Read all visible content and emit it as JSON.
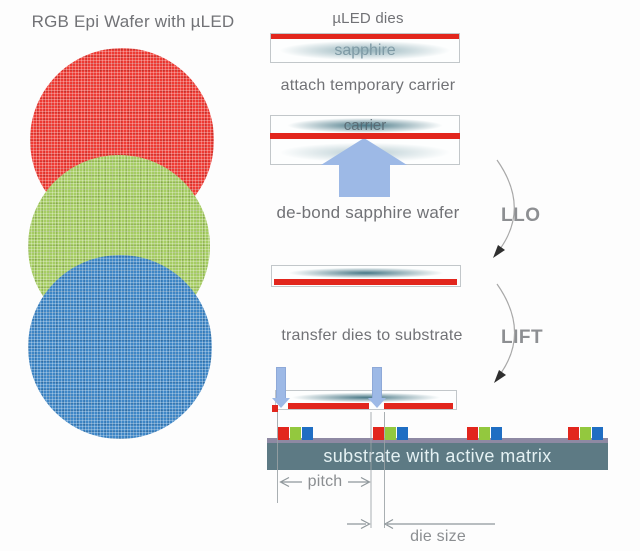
{
  "left_panel": {
    "title": "RGB Epi Wafer with µLED",
    "wafers": [
      {
        "name": "red-epi-wafer",
        "color": "#ee3a33"
      },
      {
        "name": "green-epi-wafer",
        "color": "#a5cc62"
      },
      {
        "name": "blue-epi-wafer",
        "color": "#3e86c6"
      }
    ]
  },
  "flow": {
    "dies_label": "µLED dies",
    "sapphire_label": "sapphire",
    "attach_label": "attach temporary carrier",
    "carrier_label": "carrier",
    "debond_label": "de-bond sapphire wafer",
    "llo_label": "LLO",
    "transfer_label": "transfer dies to substrate",
    "lift_label": "LIFT",
    "substrate_label": "substrate with active matrix",
    "pitch_label": "pitch",
    "die_size_label": "die size"
  },
  "colors": {
    "stripe_red": "#e2261d",
    "arrow_blue": "#9db9e6",
    "band_teal": "#2a6071",
    "substrate_body": "#5d7a84",
    "substrate_top_strip": "#8e89a3",
    "die_red": "#e2261d",
    "die_green": "#93c83e",
    "die_blue": "#1f6ec3",
    "label_gray": "#717276",
    "bold_label_gray": "#8d8f92"
  }
}
